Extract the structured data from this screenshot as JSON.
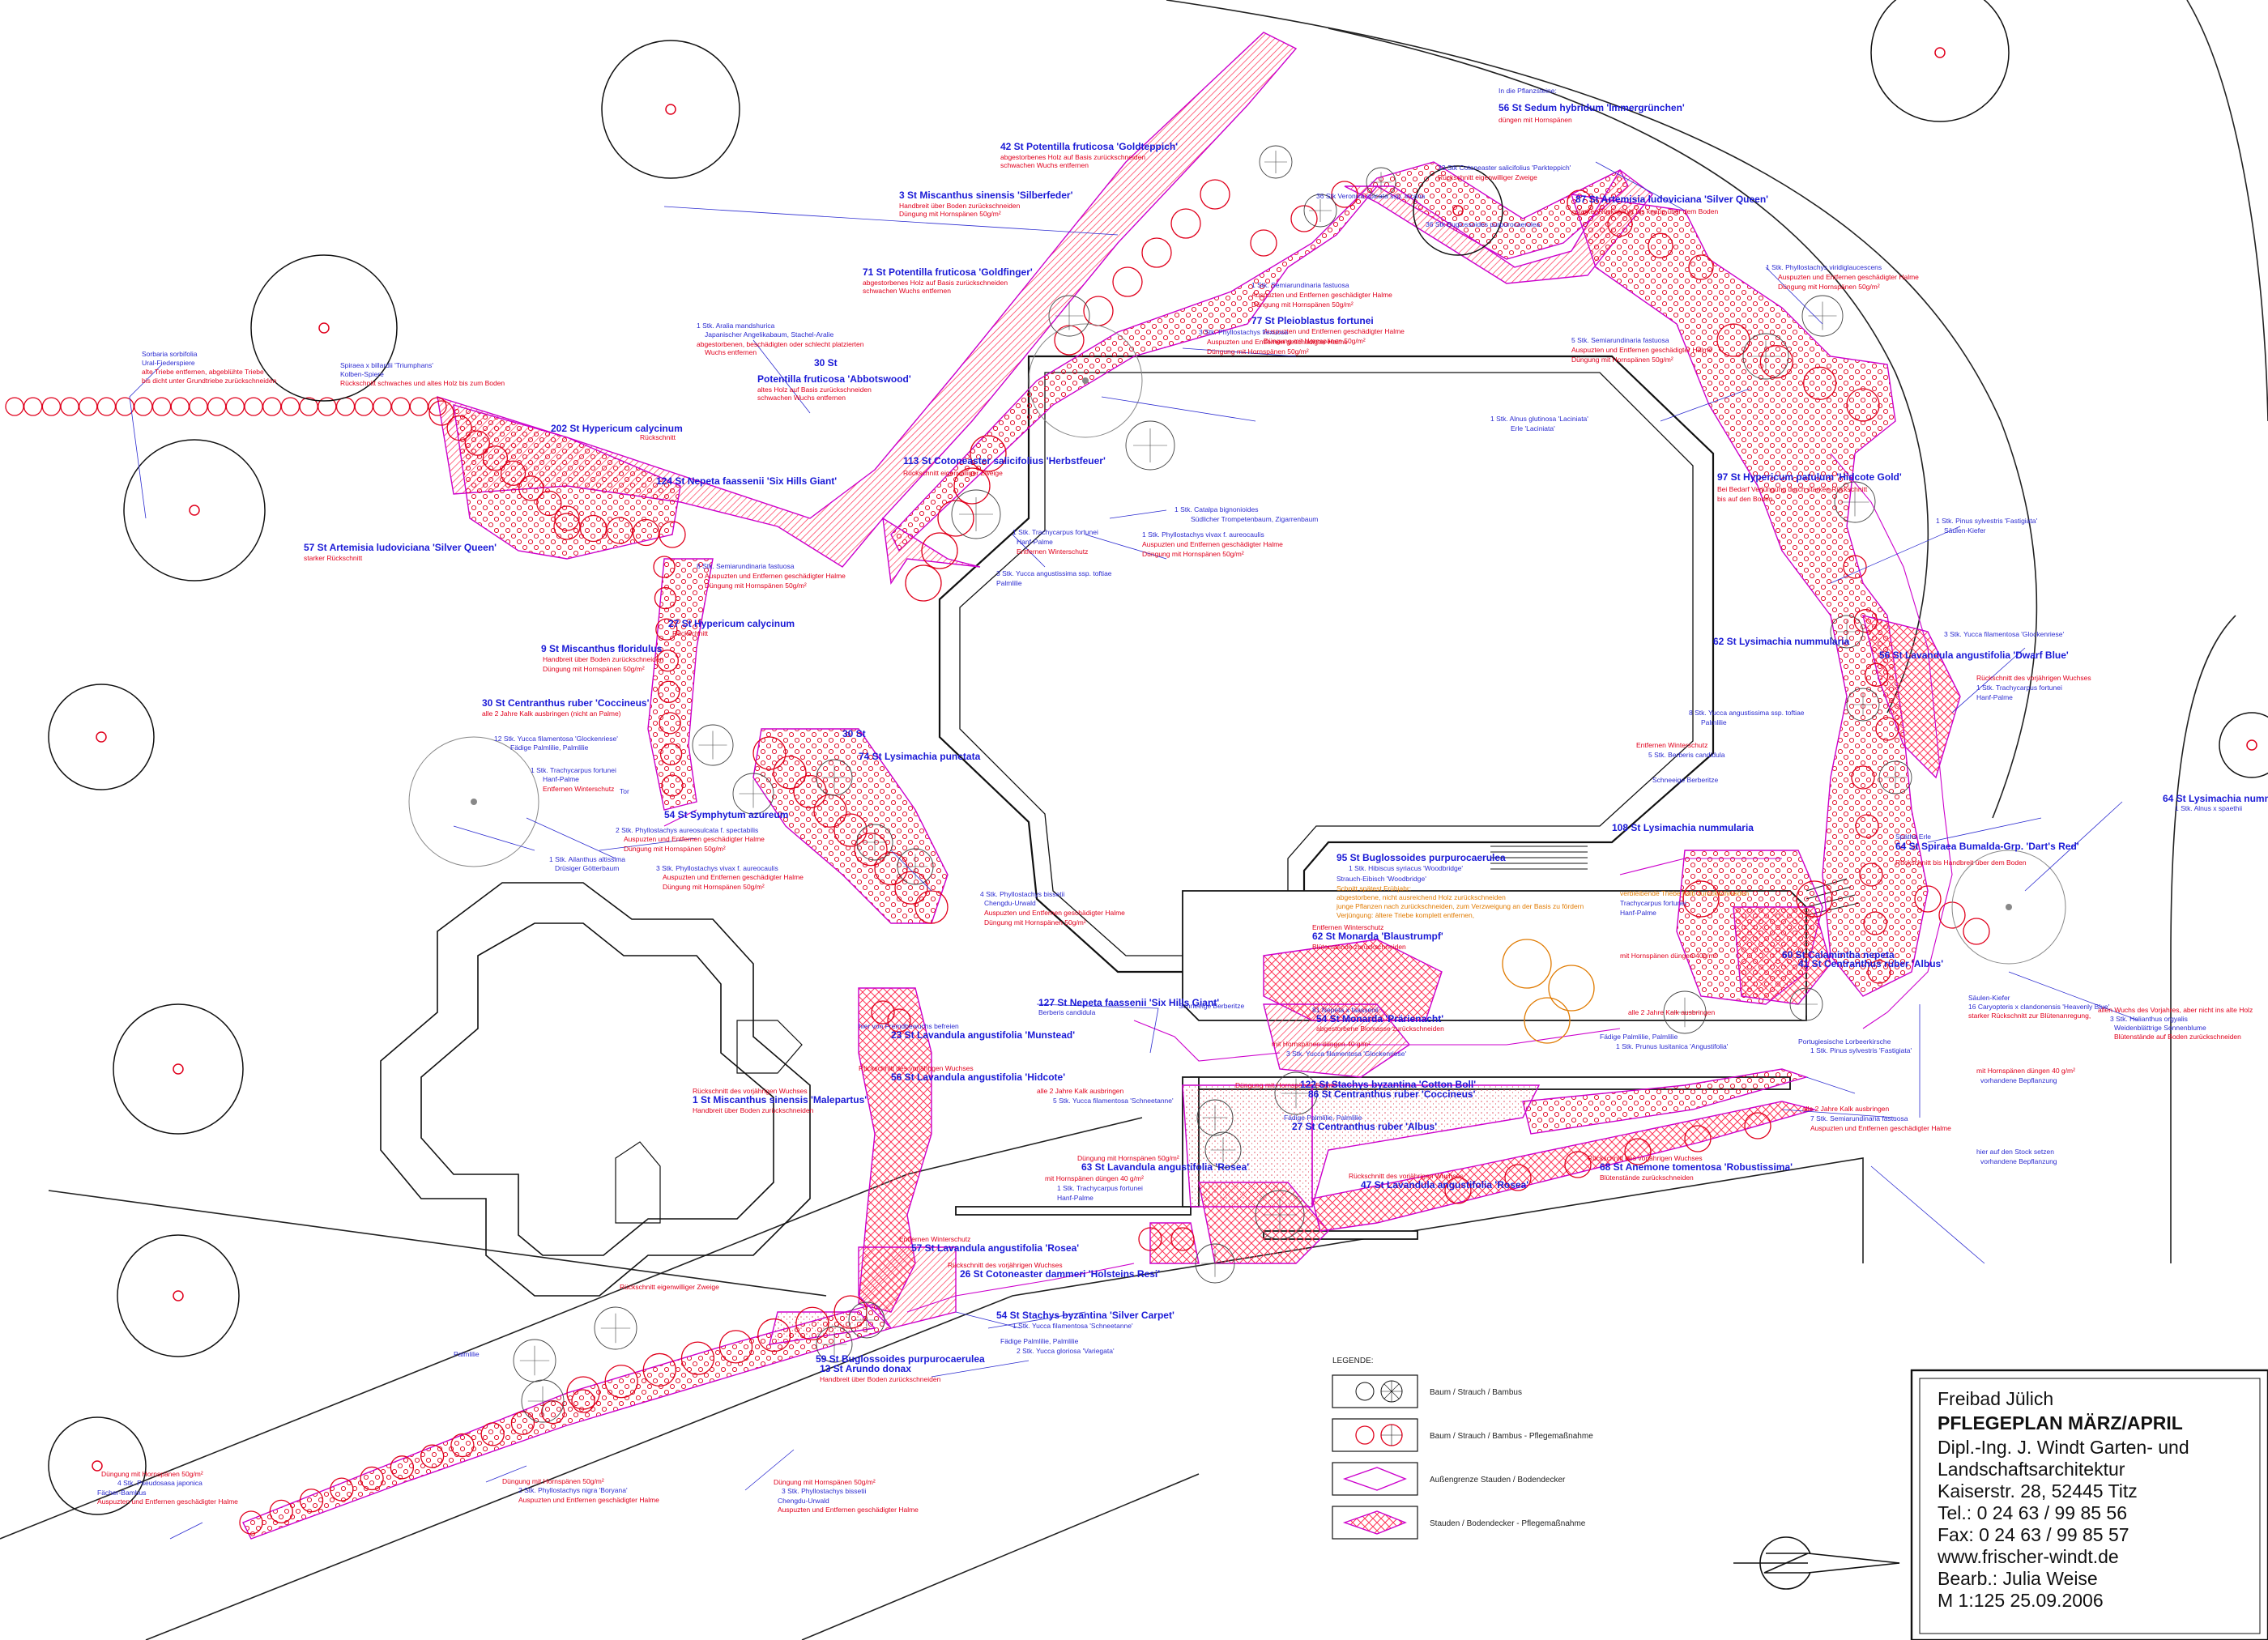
{
  "title_block": {
    "lines": [
      "Freibad Jülich",
      "PFLEGEPLAN MÄRZ/APRIL",
      "Dipl.-Ing. J. Windt Garten- und",
      "Landschaftsarchitektur",
      "Kaiserstr. 28, 52445 Titz",
      "Tel.: 0 24 63 / 99 85 56",
      "Fax: 0 24 63 / 99 85 57",
      "www.frischer-windt.de",
      "Bearb.: Julia Weise",
      "M 1:125        25.09.2006"
    ]
  },
  "legend": {
    "title": "LEGENDE:",
    "items": [
      "Baum / Strauch / Bambus",
      "Baum / Strauch / Bambus - Pflegemaßnahme",
      "Außengrenze Stauden / Bodendecker",
      "Stauden / Bodendecker - Pflegemaßnahme"
    ]
  },
  "colors": {
    "outline": "#111111",
    "care": "#e0001c",
    "border": "#cc00cc",
    "label": "#1a1ad6",
    "hatch": "#ff3355"
  },
  "labels": [
    {
      "t": "42 St  Potentilla fruticosa 'Goldteppich'",
      "k": "pn"
    },
    {
      "t": "abgestorbenes Holz auf Basis zurückschneiden",
      "k": "cr"
    },
    {
      "t": "schwachen Wuchs entfernen",
      "k": "cr"
    },
    {
      "t": "3 St  Miscanthus sinensis 'Silberfeder'",
      "k": "pn"
    },
    {
      "t": "Handbreit über Boden zurückschneiden",
      "k": "cr"
    },
    {
      "t": "Düngung mit Hornspänen 50g/m²",
      "k": "cr"
    },
    {
      "t": "71 St  Potentilla fruticosa 'Goldfinger'",
      "k": "pn"
    },
    {
      "t": "abgestorbenes Holz auf Basis zurückschneiden",
      "k": "cr"
    },
    {
      "t": "schwachen Wuchs entfernen",
      "k": "cr"
    },
    {
      "t": "30 St",
      "k": "pn"
    },
    {
      "t": "Potentilla fruticosa 'Abbotswood'",
      "k": "pn"
    },
    {
      "t": "altes Holz auf Basis zurückschneiden",
      "k": "cr"
    },
    {
      "t": "schwachen Wuchs entfernen",
      "k": "cr"
    },
    {
      "t": "1 Stk.  Aralia mandshurica",
      "k": "bl"
    },
    {
      "t": "Japanischer Angelikabaum, Stachel-Aralie",
      "k": "bl"
    },
    {
      "t": "abgestorbenen, beschädigten oder schlecht platzierten",
      "k": "cr"
    },
    {
      "t": "Wuchs entfernen",
      "k": "cr"
    },
    {
      "t": "Sorbaria sorbifolia",
      "k": "bl"
    },
    {
      "t": "Ural-Fiederspiere",
      "k": "bl"
    },
    {
      "t": "alte Triebe entfernen, abgeblühte Triebe",
      "k": "cr"
    },
    {
      "t": "bis dicht unter Grundtriebe zurückschneiden",
      "k": "cr"
    },
    {
      "t": "Spiraea x billardii 'Triumphans'",
      "k": "bl"
    },
    {
      "t": "Kolben-Spiere",
      "k": "bl"
    },
    {
      "t": "Rückschnitt schwaches und altes Holz bis zum Boden",
      "k": "cr"
    },
    {
      "t": "202 St  Hypericum calycinum",
      "k": "pn"
    },
    {
      "t": "Rückschnitt",
      "k": "cr"
    },
    {
      "t": "124 St  Nepeta faassenii 'Six Hills Giant'",
      "k": "pn"
    },
    {
      "t": "113 St  Cotoneaster salicifolius 'Herbstfeuer'",
      "k": "pn"
    },
    {
      "t": "Rückschnitt eigenwilliger Zweige",
      "k": "cr"
    },
    {
      "t": "57 St  Artemisia ludoviciana 'Silver Queen'",
      "k": "pn"
    },
    {
      "t": "starker Rückschnitt",
      "k": "cr"
    },
    {
      "t": "8 Stk.  Semiarundinaria fastuosa",
      "k": "bl"
    },
    {
      "t": "Auspuzten und Entfernen geschädigter Halme",
      "k": "cr"
    },
    {
      "t": "Düngung mit Hornspänen 50g/m²",
      "k": "cr"
    },
    {
      "t": "27 St  Hypericum calycinum",
      "k": "pn"
    },
    {
      "t": "Rückschnitt",
      "k": "cr"
    },
    {
      "t": "9 St  Miscanthus floridulus",
      "k": "pn"
    },
    {
      "t": "Handbreit über Boden zurückschneiden",
      "k": "cr"
    },
    {
      "t": "Düngung mit Hornspänen 50g/m²",
      "k": "cr"
    },
    {
      "t": "30 St  Centranthus ruber 'Coccineus'",
      "k": "pn"
    },
    {
      "t": "alle 2 Jahre Kalk ausbringen (nicht an Palme)",
      "k": "cr"
    },
    {
      "t": "12 Stk.  Yucca filamentosa 'Glockenriese'",
      "k": "bl"
    },
    {
      "t": "Fädige Palmlilie, Palmlilie",
      "k": "bl"
    },
    {
      "t": "1 Stk.  Trachycarpus fortunei",
      "k": "bl"
    },
    {
      "t": "Hanf-Palme",
      "k": "bl"
    },
    {
      "t": "Entfernen Winterschutz",
      "k": "cr"
    },
    {
      "t": "Tor",
      "k": "bl"
    },
    {
      "t": "54 St  Symphytum azureum",
      "k": "pn"
    },
    {
      "t": "2 Stk.  Phyllostachys aureosulcata f. spectabilis",
      "k": "bl"
    },
    {
      "t": "Auspuzten und Entfernen geschädigter Halme",
      "k": "cr"
    },
    {
      "t": "Düngung mit Hornspänen 50g/m²",
      "k": "cr"
    },
    {
      "t": "1 Stk.  Ailanthus altissima",
      "k": "bl"
    },
    {
      "t": "Drüsiger Götterbaum",
      "k": "bl"
    },
    {
      "t": "3 Stk.  Phyllostachys vivax f. aureocaulis",
      "k": "bl"
    },
    {
      "t": "Auspuzten und Entfernen geschädigter Halme",
      "k": "cr"
    },
    {
      "t": "Düngung mit Hornspänen 50g/m²",
      "k": "cr"
    },
    {
      "t": "30 St",
      "k": "pn"
    },
    {
      "t": "74 St  Lysimachia punctata",
      "k": "pn"
    },
    {
      "t": "4 Stk.  Phyllostachys bissetii",
      "k": "bl"
    },
    {
      "t": "Chengdu-Urwald",
      "k": "bl"
    },
    {
      "t": "Auspuzten und Entfernen geschädigter Halme",
      "k": "cr"
    },
    {
      "t": "Düngung mit Hornspänen 50g/m²",
      "k": "cr"
    },
    {
      "t": "In die Pflanzsteine:",
      "k": "bl"
    },
    {
      "t": "56 St  Sedum hybridum 'Immergrünchen'",
      "k": "pn"
    },
    {
      "t": "düngen mit Hornspänen",
      "k": "cr"
    },
    {
      "t": "33 Stk Cotoneaster salicifolius 'Parkteppich'",
      "k": "bl"
    },
    {
      "t": "Rückschnitt eigenwilliger Zweige",
      "k": "cr"
    },
    {
      "t": "36 Stk Veronica spicata ssp. incana",
      "k": "bl"
    },
    {
      "t": "36 Stk Buglossoides purpurocaerulea",
      "k": "bl"
    },
    {
      "t": "87 St  Artemisia ludoviciana 'Silver Queen'",
      "k": "pn"
    },
    {
      "t": "starker Rückschnitt bis knapp über dem Boden",
      "k": "cr"
    },
    {
      "t": "1 Stk.  Semiarundinaria fastuosa",
      "k": "bl"
    },
    {
      "t": "Auspuzten und Entfernen geschädigter Halme",
      "k": "cr"
    },
    {
      "t": "Düngung mit Hornspänen 50g/m²",
      "k": "cr"
    },
    {
      "t": "77 St  Pleioblastus fortunei",
      "k": "pn"
    },
    {
      "t": "Auspuzten und Entfernen geschädigter Halme",
      "k": "cr"
    },
    {
      "t": "Düngung mit Hornspänen 50g/m²",
      "k": "cr"
    },
    {
      "t": "1 Stk.  Phyllostachys viridiglaucescens",
      "k": "bl"
    },
    {
      "t": "Auspuzten und Entfernen geschädigter Halme",
      "k": "cr"
    },
    {
      "t": "Düngung mit Hornspänen 50g/m²",
      "k": "cr"
    },
    {
      "t": "5 Stk.  Semiarundinaria fastuosa",
      "k": "bl"
    },
    {
      "t": "Auspuzten und Entfernen geschädigter Halme",
      "k": "cr"
    },
    {
      "t": "Düngung mit Hornspänen 50g/m²",
      "k": "cr"
    },
    {
      "t": "3 Stk.  Phyllostachys flexuosa",
      "k": "bl"
    },
    {
      "t": "Auspuzten und Entfernen geschädigter Halme",
      "k": "cr"
    },
    {
      "t": "Düngung mit Hornspänen 50g/m²",
      "k": "cr"
    },
    {
      "t": "1 Stk.  Alnus glutinosa 'Laciniata'",
      "k": "bl"
    },
    {
      "t": "Erle 'Laciniata'",
      "k": "bl"
    },
    {
      "t": "97 St  Hypericum patulum 'Hidcote Gold'",
      "k": "pn"
    },
    {
      "t": "Bei Bedarf Verjüngung durch starken Rückschnitt",
      "k": "cr"
    },
    {
      "t": "bis auf den Boden",
      "k": "cr"
    },
    {
      "t": "1 Stk.  Pinus sylvestris 'Fastigiata'",
      "k": "bl"
    },
    {
      "t": "Säulen-Kiefer",
      "k": "bl"
    },
    {
      "t": "1 Stk.  Catalpa bignonioides",
      "k": "bl"
    },
    {
      "t": "Südlicher Trompetenbaum, Zigarrenbaum",
      "k": "bl"
    },
    {
      "t": "1 Stk.  Trachycarpus fortunei",
      "k": "bl"
    },
    {
      "t": "Hanf-Palme",
      "k": "bl"
    },
    {
      "t": "Entfernen Winterschutz",
      "k": "cr"
    },
    {
      "t": "1 Stk.  Phyllostachys vivax f. aureocaulis",
      "k": "bl"
    },
    {
      "t": "Auspuzten und Entfernen geschädigter Halme",
      "k": "cr"
    },
    {
      "t": "Düngung mit Hornspänen 50g/m²",
      "k": "cr"
    },
    {
      "t": "3 Stk.  Yucca angustissima ssp. toftiae",
      "k": "bl"
    },
    {
      "t": "Palmlilie",
      "k": "bl"
    },
    {
      "t": "62 St  Lysimachia nummularia",
      "k": "pn"
    },
    {
      "t": "8 Stk.  Yucca angustissima ssp. toftiae",
      "k": "bl"
    },
    {
      "t": "Palmlilie",
      "k": "bl"
    },
    {
      "t": "3 Stk.  Yucca filamentosa 'Glockenriese'",
      "k": "bl"
    },
    {
      "t": "56 St  Lavandula angustifolia 'Dwarf Blue'",
      "k": "pn"
    },
    {
      "t": "Rückschnitt des vorjährigen Wuchses",
      "k": "cr"
    },
    {
      "t": "1 Stk.  Trachycarpus fortunei",
      "k": "bl"
    },
    {
      "t": "Hanf-Palme",
      "k": "bl"
    },
    {
      "t": "Entfernen Winterschutz",
      "k": "cr"
    },
    {
      "t": "5 Stk.  Berberis candidula",
      "k": "bl"
    },
    {
      "t": "Schneeige Berberitze",
      "k": "bl"
    },
    {
      "t": "64 St  Lysimachia nummularia",
      "k": "pn"
    },
    {
      "t": "1 Stk.  Alnus x spaethii",
      "k": "bl"
    },
    {
      "t": "Späths Erle",
      "k": "bl"
    },
    {
      "t": "64 St  Spiraea Bumalda-Grp. 'Dart's Red'",
      "k": "pn"
    },
    {
      "t": "Rückschnitt bis Handbreit über dem Boden",
      "k": "cr"
    },
    {
      "t": "108 St  Lysimachia nummularia",
      "k": "pn"
    },
    {
      "t": "95 St  Buglossoides purpurocaerulea",
      "k": "pn"
    },
    {
      "t": "1 Stk.  Hibiscus syriacus 'Woodbridge'",
      "k": "bl"
    },
    {
      "t": "Strauch-Eibisch 'Woodbridge'",
      "k": "bl"
    },
    {
      "t": "Schnitt spätest Frühjahr:",
      "k": "ot"
    },
    {
      "t": "abgestorbene, nicht ausreichend Holz zurückschneiden",
      "k": "ot"
    },
    {
      "t": "junge Pflanzen nach zurückschneiden, zum Verzweigung an der Basis zu fördern",
      "k": "ot"
    },
    {
      "t": "Verjüngung: ältere Triebe komplett entfernen,",
      "k": "ot"
    },
    {
      "t": "verbleibende Triebe halb zurückschneiden",
      "k": "ot"
    },
    {
      "t": "Trachycarpus fortunei",
      "k": "bl"
    },
    {
      "t": "Hanf-Palme",
      "k": "bl"
    },
    {
      "t": "Entfernen Winterschutz",
      "k": "cr"
    },
    {
      "t": "62 St  Monarda 'Blaustrumpf'",
      "k": "pn"
    },
    {
      "t": "Blütenstände zurückschneiden",
      "k": "cr"
    },
    {
      "t": "mit Hornspänen düngen 40g/m²",
      "k": "cr"
    },
    {
      "t": "60 St  Calamintha nepeta",
      "k": "pn"
    },
    {
      "t": "41 St  Centranthus ruber 'Albus'",
      "k": "pn"
    },
    {
      "t": "alle 2 Jahre Kalk ausbringen",
      "k": "cr"
    },
    {
      "t": "127 St  Nepeta faassenii 'Six Hills Giant'",
      "k": "pn"
    },
    {
      "t": "Berberis candidula",
      "k": "bl"
    },
    {
      "t": "Schneeige Berberitze",
      "k": "bl"
    },
    {
      "t": "81 Nepeta x faassenii",
      "k": "bl"
    },
    {
      "t": "54 St  Monarda 'Prärienacht'",
      "k": "pn"
    },
    {
      "t": "abgestorbene Biomasse zurückschneiden",
      "k": "cr"
    },
    {
      "t": "mit Hornspänen düngen 40 g/m²",
      "k": "cr"
    },
    {
      "t": "3 Stk.  Yucca filamentosa 'Glockenriese'",
      "k": "bl"
    },
    {
      "t": "Fädige Palmlilie, Palmlilie",
      "k": "bl"
    },
    {
      "t": "1 Stk.  Prunus lusitanica 'Angustifolia'",
      "k": "bl"
    },
    {
      "t": "Portugiesische Lorbeerkirsche",
      "k": "bl"
    },
    {
      "t": "1 Stk.  Pinus sylvestris 'Fastigiata'",
      "k": "bl"
    },
    {
      "t": "Säulen-Kiefer",
      "k": "bl"
    },
    {
      "t": "16 Caryopteris x clandonensis 'Heavenly Blue'",
      "k": "bl"
    },
    {
      "t": "starker Rückschnitt zur Blütenanregung,",
      "k": "cr"
    },
    {
      "t": "allen Wuchs des Vorjahres, aber nicht ins alte Holz",
      "k": "cr"
    },
    {
      "t": "3 Stk.  Helianthus orgyalis",
      "k": "bl"
    },
    {
      "t": "Weidenblättrige Sonnenblume",
      "k": "bl"
    },
    {
      "t": "Blütenstände auf Boden zurückschneiden",
      "k": "cr"
    },
    {
      "t": "mit Hornspänen düngen 40 g/m²",
      "k": "cr"
    },
    {
      "t": "vorhandene Bepflanzung",
      "k": "bl"
    },
    {
      "t": "hier auf den Stock setzen",
      "k": "bl"
    },
    {
      "t": "vorhandene Bepflanzung",
      "k": "bl"
    },
    {
      "t": "hier von Fremdbewuchs befreien",
      "k": "bl"
    },
    {
      "t": "23 St  Lavandula angustifolia 'Munstead'",
      "k": "pn"
    },
    {
      "t": "Rückschnitt des vorjährigen Wuchses",
      "k": "cr"
    },
    {
      "t": "56 St  Lavandula angustifolia 'Hidcote'",
      "k": "pn"
    },
    {
      "t": "Rückschnitt des vorjährigen Wuchses",
      "k": "cr"
    },
    {
      "t": "1 St  Miscanthus sinensis 'Malepartus'",
      "k": "pn"
    },
    {
      "t": "Handbreit über Boden zurückschneiden",
      "k": "cr"
    },
    {
      "t": "Düngung mit Hornspänen 50g/m²",
      "k": "cr"
    },
    {
      "t": "122 St  Stachys byzantina 'Cotton Boll'",
      "k": "pn"
    },
    {
      "t": "86 St  Centranthus ruber 'Coccineus'",
      "k": "pn"
    },
    {
      "t": "alle 2 Jahre Kalk ausbringen",
      "k": "cr"
    },
    {
      "t": "5 Stk.  Yucca filamentosa 'Schneetanne'",
      "k": "bl"
    },
    {
      "t": "Fädige Palmlilie, Palmlilie",
      "k": "bl"
    },
    {
      "t": "27 St  Centranthus ruber 'Albus'",
      "k": "pn"
    },
    {
      "t": "alle 2 Jahre Kalk ausbringen",
      "k": "cr"
    },
    {
      "t": "7 Stk.  Semiarundinaria fastuosa",
      "k": "bl"
    },
    {
      "t": "Auspuzten und Entfernen geschädigter Halme",
      "k": "cr"
    },
    {
      "t": "Düngung mit Hornspänen 50g/m²",
      "k": "cr"
    },
    {
      "t": "63 St  Lavandula angustifolia 'Rosea'",
      "k": "pn"
    },
    {
      "t": "Rückschnitt des vorjährigen Wuchses",
      "k": "cr"
    },
    {
      "t": "47 St  Lavandula angustifolia 'Rosea'",
      "k": "pn"
    },
    {
      "t": "Rückschnitt des vorjährigen Wuchses",
      "k": "cr"
    },
    {
      "t": "68 St  Anemone tomentosa 'Robustissima'",
      "k": "pn"
    },
    {
      "t": "Blütenstände zurückschneiden",
      "k": "cr"
    },
    {
      "t": "mit Hornspänen düngen 40 g/m²",
      "k": "cr"
    },
    {
      "t": "1 Stk.  Trachycarpus fortunei",
      "k": "bl"
    },
    {
      "t": "Hanf-Palme",
      "k": "bl"
    },
    {
      "t": "Entfernen Winterschutz",
      "k": "cr"
    },
    {
      "t": "57 St  Lavandula angustifolia 'Rosea'",
      "k": "pn"
    },
    {
      "t": "Rückschnitt des vorjährigen Wuchses",
      "k": "cr"
    },
    {
      "t": "26 St  Cotoneaster dammeri 'Holsteins Resi'",
      "k": "pn"
    },
    {
      "t": "Rückschnitt eigenwilliger Zweige",
      "k": "cr"
    },
    {
      "t": "54 St  Stachys byzantina 'Silver Carpet'",
      "k": "pn"
    },
    {
      "t": "1 Stk.  Yucca filamentosa 'Schneetanne'",
      "k": "bl"
    },
    {
      "t": "Fädige Palmlilie, Palmlilie",
      "k": "bl"
    },
    {
      "t": "2 Stk.  Yucca gloriosa 'Variegata'",
      "k": "bl"
    },
    {
      "t": "Palmlilie",
      "k": "bl"
    },
    {
      "t": "59 St  Buglossoides purpurocaerulea",
      "k": "pn"
    },
    {
      "t": "13 St  Arundo donax",
      "k": "pn"
    },
    {
      "t": "Handbreit über Boden zurückschneiden",
      "k": "cr"
    },
    {
      "t": "Düngung mit Hornspänen 50g/m²",
      "k": "cr"
    },
    {
      "t": "4 Stk.  Pseudosasa japonica",
      "k": "bl"
    },
    {
      "t": "Fächer-Bambus",
      "k": "bl"
    },
    {
      "t": "Auspuzten und Entfernen geschädigter Halme",
      "k": "cr"
    },
    {
      "t": "Düngung mit Hornspänen 50g/m²",
      "k": "cr"
    },
    {
      "t": "2 Stk.  Phyllostachys nigra 'Boryana'",
      "k": "bl"
    },
    {
      "t": "Auspuzten und Entfernen geschädigter Halme",
      "k": "cr"
    },
    {
      "t": "Düngung mit Hornspänen 50g/m²",
      "k": "cr"
    },
    {
      "t": "3 Stk.  Phyllostachys bissetii",
      "k": "bl"
    },
    {
      "t": "Chengdu-Urwald",
      "k": "bl"
    },
    {
      "t": "Auspuzten und Entfernen geschädigter Halme",
      "k": "cr"
    },
    {
      "t": "Düngung mit Hornspänen 50g/m²",
      "k": "cr"
    }
  ]
}
